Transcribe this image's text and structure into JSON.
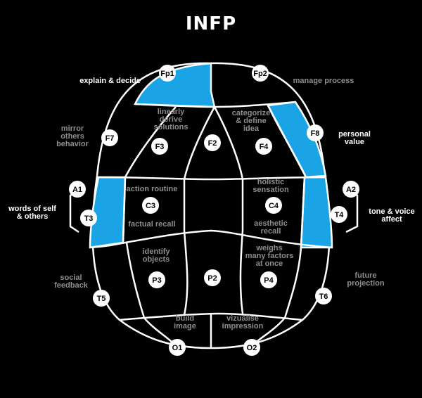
{
  "title": "INFP",
  "highlight_color": "#1aa4e6",
  "electrodes": [
    {
      "id": "Fp1",
      "label": "explain & decide",
      "highlighted": true
    },
    {
      "id": "Fp2",
      "label": "manage process",
      "highlighted": false
    },
    {
      "id": "F7",
      "label": [
        "mirror",
        "others",
        "behavior"
      ],
      "highlighted": false
    },
    {
      "id": "F8",
      "label": [
        "personal",
        "value"
      ],
      "highlighted": true
    },
    {
      "id": "F3",
      "label": [
        "linearly",
        "derive",
        "solutions"
      ],
      "highlighted": false
    },
    {
      "id": "F4",
      "label": [
        "categorize",
        "& define",
        "idea"
      ],
      "highlighted": false
    },
    {
      "id": "F2",
      "label": "",
      "highlighted": false
    },
    {
      "id": "A1",
      "label": "",
      "highlighted": false
    },
    {
      "id": "A2",
      "label": "",
      "highlighted": false
    },
    {
      "id": "T3",
      "label": [
        "words of self",
        "& others"
      ],
      "highlighted": true
    },
    {
      "id": "T4",
      "label": [
        "tone & voice",
        "affect"
      ],
      "highlighted": true
    },
    {
      "id": "C3",
      "label_top": "action routine",
      "label_bottom": "factual recall",
      "highlighted": false
    },
    {
      "id": "C4",
      "label_top": [
        "holistic",
        "sensation"
      ],
      "label_bottom": [
        "aesthetic",
        "recall"
      ],
      "highlighted": false
    },
    {
      "id": "P3",
      "label": [
        "identify",
        "objects"
      ],
      "highlighted": false
    },
    {
      "id": "P4",
      "label": [
        "weighs",
        "many factors",
        "at once"
      ],
      "highlighted": false
    },
    {
      "id": "P2",
      "label": "",
      "highlighted": false
    },
    {
      "id": "T5",
      "label": [
        "social",
        "feedback"
      ],
      "highlighted": false
    },
    {
      "id": "T6",
      "label": [
        "future",
        "projection"
      ],
      "highlighted": false
    },
    {
      "id": "O1",
      "label": [
        "build",
        "image"
      ],
      "highlighted": false
    },
    {
      "id": "O2",
      "label": [
        "vizualise",
        "impression"
      ],
      "highlighted": false
    }
  ]
}
